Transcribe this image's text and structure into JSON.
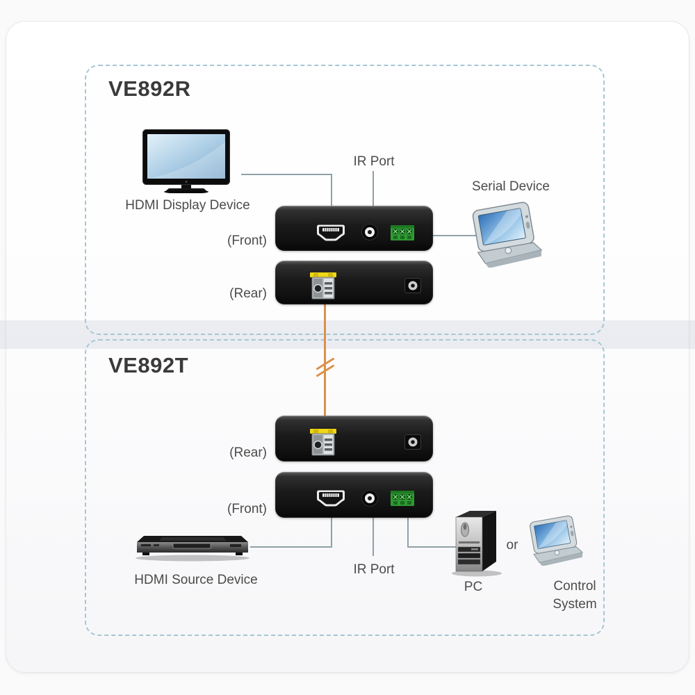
{
  "colors": {
    "box_border": "#a4c7d3",
    "connector_line": "#8fa0a8",
    "fiber_line": "#dd9048",
    "terminal_green": "#2e9b33",
    "port_label_yellow": "#f0d715"
  },
  "receiver": {
    "title": "VE892R",
    "front_label": "(Front)",
    "rear_label": "(Rear)",
    "display_device_label": "HDMI Display Device",
    "ir_port_label": "IR Port",
    "serial_device_label": "Serial Device"
  },
  "transmitter": {
    "title": "VE892T",
    "front_label": "(Front)",
    "rear_label": "(Rear)",
    "source_device_label": "HDMI Source Device",
    "ir_port_label": "IR Port",
    "pc_label": "PC",
    "or_label": "or",
    "control_system_label": "Control System"
  }
}
